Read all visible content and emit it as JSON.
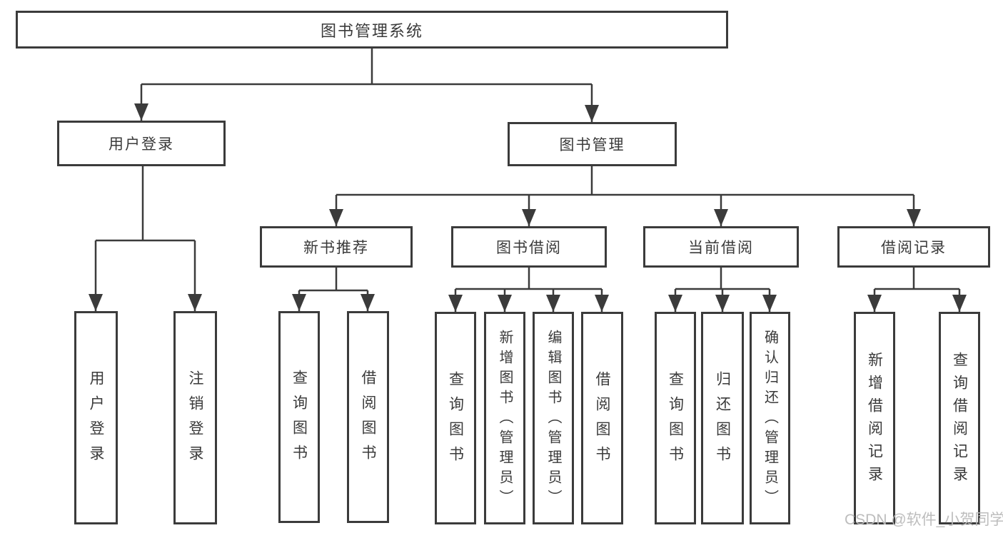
{
  "diagram": {
    "root": {
      "label": "图书管理系统"
    },
    "level2": [
      {
        "label": "用户登录"
      },
      {
        "label": "图书管理"
      }
    ],
    "level3": [
      {
        "label": "新书推荐"
      },
      {
        "label": "图书借阅"
      },
      {
        "label": "当前借阅"
      },
      {
        "label": "借阅记录"
      }
    ],
    "leaves": {
      "user_login": [
        {
          "label": "用户登录"
        },
        {
          "label": "注销登录"
        }
      ],
      "new_book_recommend": [
        {
          "label": "查询图书"
        },
        {
          "label": "借阅图书"
        }
      ],
      "book_borrow": [
        {
          "label": "查询图书"
        },
        {
          "label": "新增图书（管理员）"
        },
        {
          "label": "编辑图书（管理员）"
        },
        {
          "label": "借阅图书"
        }
      ],
      "current_borrow": [
        {
          "label": "查询图书"
        },
        {
          "label": "归还图书"
        },
        {
          "label": "确认归还（管理员）"
        }
      ],
      "borrow_records": [
        {
          "label": "新增借阅记录"
        },
        {
          "label": "查询借阅记录"
        }
      ]
    },
    "watermark": "CSDN @软件_小贺同学",
    "colors": {
      "border": "#3b3b3b",
      "text": "#3a3a3a",
      "watermark": "#b9b9b9",
      "background": "#ffffff"
    }
  }
}
